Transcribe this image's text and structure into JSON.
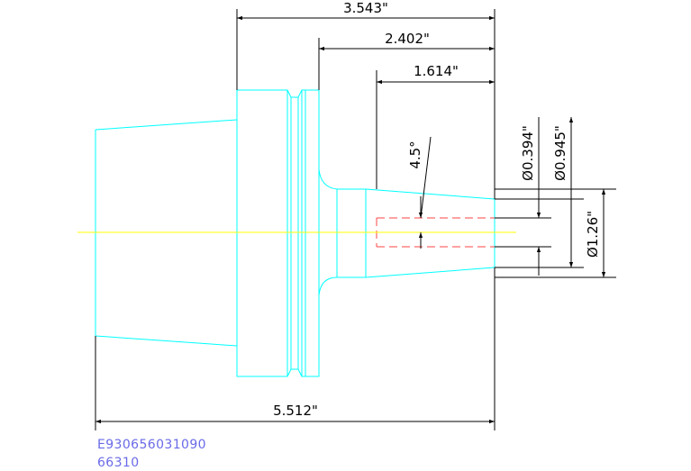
{
  "drawing": {
    "colors": {
      "part_outline": "#00ffff",
      "center_line": "#ffff00",
      "hidden_bore": "#ff4444",
      "dimensions": "#000000",
      "part_code": "#6a6ae8"
    },
    "dimensions": {
      "length_3543": "3.543\"",
      "length_2402": "2.402\"",
      "length_1614": "1.614\"",
      "overall_length": "5.512\"",
      "taper_angle": "4.5°",
      "bore_diameter": "Ø0.394\"",
      "tip_diameter": "Ø0.945\"",
      "nose_diameter": "Ø1.26\""
    },
    "part_codes": {
      "line1": "E930656031090",
      "line2": "66310"
    }
  }
}
